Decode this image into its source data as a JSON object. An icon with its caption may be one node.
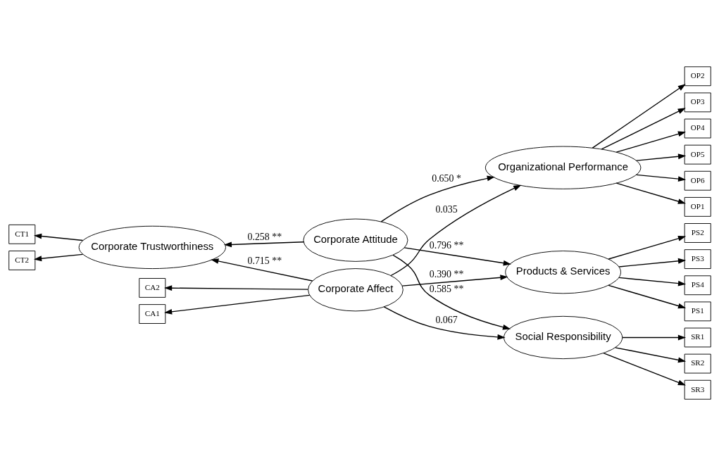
{
  "diagram": {
    "nodes": [
      {
        "text": [
          "PS1"
        ]
      },
      {
        "text": [
          "PS2"
        ]
      },
      {
        "text": [
          "PS3"
        ]
      },
      {
        "text": [
          "PS4"
        ]
      },
      {
        "text": [
          "Products & Services"
        ]
      },
      {
        "text": [
          "CA1"
        ]
      },
      {
        "text": [
          "CA2"
        ]
      },
      {
        "text": [
          "Corporate Affect"
        ]
      },
      {
        "text": [
          "OP1"
        ]
      },
      {
        "text": [
          "OP2"
        ]
      },
      {
        "text": [
          "OP3"
        ]
      },
      {
        "text": [
          "OP4"
        ]
      },
      {
        "text": [
          "OP5"
        ]
      },
      {
        "text": [
          "OP6"
        ]
      },
      {
        "text": [
          "Organizational Performance"
        ]
      },
      {
        "text": [
          "Corporate Trustworthiness"
        ]
      },
      {
        "text": [
          "CT1"
        ]
      },
      {
        "text": [
          "CT2"
        ]
      },
      {
        "text": [
          "Corporate Attitude"
        ]
      },
      {
        "text": [
          "SR1"
        ]
      },
      {
        "text": [
          "SR2"
        ]
      },
      {
        "text": [
          "SR3"
        ]
      },
      {
        "text": [
          "Social Responsibility"
        ]
      }
    ],
    "edges": [
      {
        "from": 4,
        "to": 0,
        "arrow": "to"
      },
      {
        "from": 4,
        "to": 1,
        "arrow": "to"
      },
      {
        "from": 4,
        "to": 2,
        "arrow": "to"
      },
      {
        "from": 4,
        "to": 3,
        "arrow": "to"
      },
      {
        "from": 7,
        "to": 5,
        "arrow": "to"
      },
      {
        "from": 7,
        "to": 6,
        "arrow": "to"
      },
      {
        "from": 14,
        "to": 8,
        "arrow": "to"
      },
      {
        "from": 14,
        "to": 9,
        "arrow": "to"
      },
      {
        "from": 14,
        "to": 10,
        "arrow": "to"
      },
      {
        "from": 14,
        "to": 11,
        "arrow": "to"
      },
      {
        "from": 14,
        "to": 12,
        "arrow": "to"
      },
      {
        "from": 14,
        "to": 13,
        "arrow": "to"
      },
      {
        "from": 15,
        "to": 16,
        "arrow": "to"
      },
      {
        "from": 15,
        "to": 17,
        "arrow": "to"
      },
      {
        "from": 22,
        "to": 19,
        "arrow": "to"
      },
      {
        "from": 22,
        "to": 20,
        "arrow": "to"
      },
      {
        "from": 22,
        "to": 21,
        "arrow": "to"
      },
      {
        "from": 7,
        "to": 4,
        "arrow": "to",
        "label": "0.390 **"
      },
      {
        "from": 7,
        "to": 14,
        "arrow": "to",
        "label": "0.035"
      },
      {
        "from": 7,
        "to": 22,
        "arrow": "to",
        "label": "0.067"
      },
      {
        "from": 7,
        "to": 15,
        "arrow": "to",
        "label": "0.715 **"
      },
      {
        "from": 18,
        "to": 4,
        "arrow": "to",
        "label": "0.796 **"
      },
      {
        "from": 18,
        "to": 14,
        "arrow": "to",
        "label": "0.650 *"
      },
      {
        "from": 18,
        "to": 22,
        "arrow": "to",
        "label": "0.585 **"
      },
      {
        "from": 18,
        "to": 15,
        "arrow": "to",
        "label": "0.258 **"
      }
    ]
  }
}
